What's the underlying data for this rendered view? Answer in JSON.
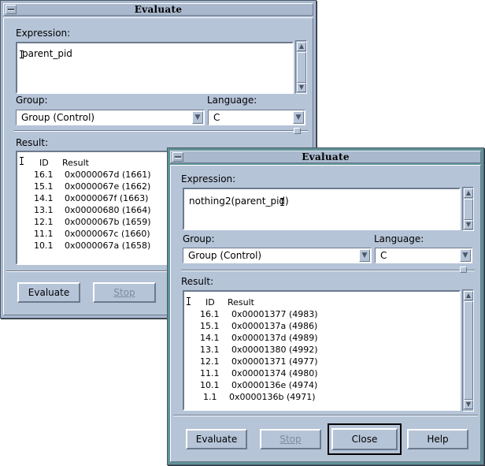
{
  "back_window": {
    "title": "Evaluate",
    "expression_label": "Expression:",
    "expression_value": "parent_pid",
    "group_label": "Group:",
    "group_value": "Group (Control)",
    "language_label": "Language:",
    "language_value": "C",
    "result_label": "Result:",
    "result_header": {
      "id": "ID",
      "result": "Result"
    },
    "results": [
      {
        "id": "16.1",
        "value": "0x0000067d (1661)"
      },
      {
        "id": "15.1",
        "value": "0x0000067e (1662)"
      },
      {
        "id": "14.1",
        "value": "0x0000067f (1663)"
      },
      {
        "id": "13.1",
        "value": "0x00000680 (1664)"
      },
      {
        "id": "12.1",
        "value": "0x0000067b (1659)"
      },
      {
        "id": "11.1",
        "value": "0x0000067c (1660)"
      },
      {
        "id": "10.1",
        "value": "0x0000067a (1658)"
      }
    ],
    "buttons": {
      "evaluate": "Evaluate",
      "stop": "Stop"
    }
  },
  "front_window": {
    "title": "Evaluate",
    "expression_label": "Expression:",
    "expression_value": "nothing2(parent_pid)",
    "group_label": "Group:",
    "group_value": "Group (Control)",
    "language_label": "Language:",
    "language_value": "C",
    "result_label": "Result:",
    "result_header": {
      "id": "ID",
      "result": "Result"
    },
    "results": [
      {
        "id": "16.1",
        "value": "0x00001377 (4983)"
      },
      {
        "id": "15.1",
        "value": "0x0000137a (4986)"
      },
      {
        "id": "14.1",
        "value": "0x0000137d (4989)"
      },
      {
        "id": "13.1",
        "value": "0x00001380 (4992)"
      },
      {
        "id": "12.1",
        "value": "0x00001371 (4977)"
      },
      {
        "id": "11.1",
        "value": "0x00001374 (4980)"
      },
      {
        "id": "10.1",
        "value": "0x0000136e (4974)"
      },
      {
        "id": "1.1",
        "value": "0x0000136b (4971)"
      }
    ],
    "buttons": {
      "evaluate": "Evaluate",
      "stop": "Stop",
      "close": "Close",
      "help": "Help"
    }
  },
  "icons": {
    "window_menu": "window-menu-icon",
    "scroll_up": "scroll-up-arrow-icon",
    "scroll_down": "scroll-down-arrow-icon",
    "dropdown": "dropdown-arrow-icon",
    "text_cursor": "text-cursor-icon"
  },
  "colors": {
    "frame_active": "#5f9296",
    "frame_inactive": "#a9b8cc",
    "panel": "#b6c4d8"
  }
}
